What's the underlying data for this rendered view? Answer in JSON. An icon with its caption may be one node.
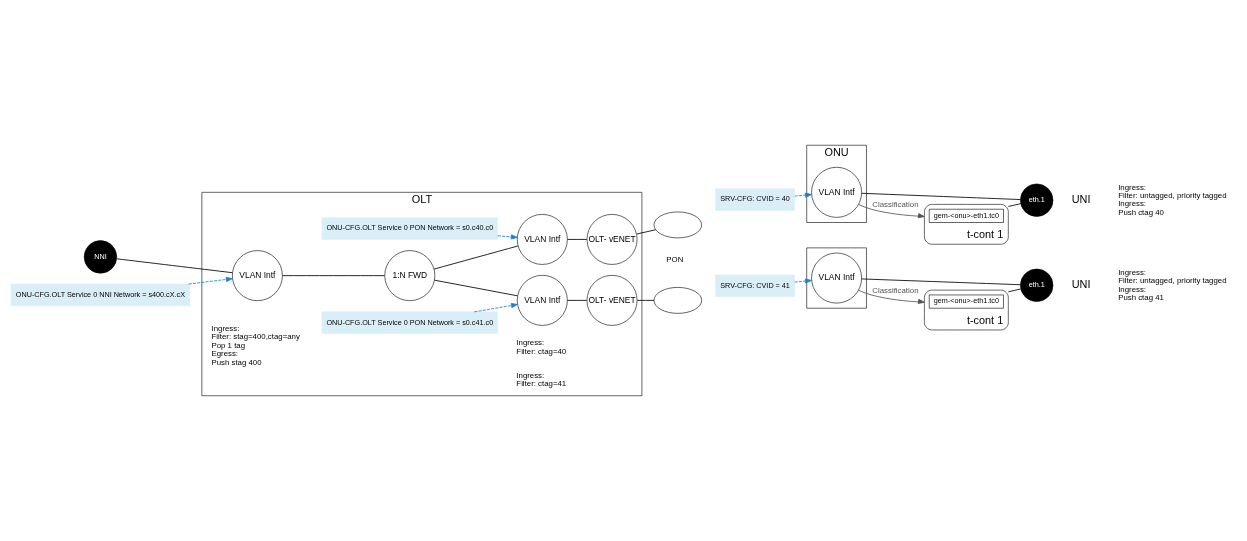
{
  "diagram": {
    "nodes": [
      {
        "text": [
          "OLT"
        ]
      },
      {
        "text": [
          "NNI"
        ]
      },
      {
        "text": [
          "VLAN Intf"
        ],
        "in": 0
      },
      {
        "text": [
          "1:N FWD"
        ],
        "in": 0
      },
      {
        "text": [
          "VLAN Intf"
        ],
        "in": 0
      },
      {
        "text": [
          "OLT- vENET"
        ],
        "in": 0
      },
      {
        "text": [
          "VLAN Intf"
        ],
        "in": 0
      },
      {
        "text": [
          "OLT- vENET"
        ],
        "in": 0
      },
      {
        "text": [
          "ONU-CFG.OLT Service 0 NNI Network = s400.cX.cX"
        ]
      },
      {
        "text": [
          "ONU-CFG.OLT Service 0 PON Network = s0.c40.c0"
        ],
        "in": 0
      },
      {
        "text": [
          "ONU-CFG.OLT Service 0 PON Network = s0.c41.c0"
        ],
        "in": 0
      },
      {
        "text": [
          "ONU"
        ]
      },
      {
        "text": [
          "VLAN Intf"
        ],
        "in": 11
      },
      {
        "text": [
          "SRV-CFG: CVID = 40"
        ]
      },
      {
        "text": [],
        "shape": "ellipse"
      },
      {
        "text": [
          "t-cont 1"
        ]
      },
      {
        "text": [
          "gem-<onu>-eth1.tc0"
        ],
        "in": 15
      },
      {
        "text": [
          "eth.1"
        ]
      },
      {
        "text": [],
        "shape": "box"
      },
      {
        "text": [
          "VLAN Intf"
        ],
        "in": 18
      },
      {
        "text": [
          "SRV-CFG: CVID = 41"
        ]
      },
      {
        "text": [],
        "shape": "ellipse"
      },
      {
        "text": [
          "t-cont 1"
        ]
      },
      {
        "text": [
          "gem-<onu>-eth1.tc0"
        ],
        "in": 22
      },
      {
        "text": [
          "eth.1"
        ]
      }
    ],
    "edges": [
      {
        "from": 1,
        "to": 2,
        "arrow": "none"
      },
      {
        "from": 2,
        "to": 3,
        "arrow": "none"
      },
      {
        "from": 3,
        "to": 4,
        "arrow": "none"
      },
      {
        "from": 3,
        "to": 6,
        "arrow": "none"
      },
      {
        "from": 4,
        "to": 5,
        "arrow": "none"
      },
      {
        "from": 6,
        "to": 7,
        "arrow": "none"
      },
      {
        "from": 8,
        "to": 2,
        "arrow": "to",
        "style": "dashed",
        "color": "#1f7fd0"
      },
      {
        "from": 9,
        "to": 4,
        "arrow": "to",
        "style": "dashed",
        "color": "#1f7fd0"
      },
      {
        "from": 10,
        "to": 6,
        "arrow": "to",
        "style": "dashed",
        "color": "#1f7fd0"
      },
      {
        "from": 5,
        "to": 14,
        "arrow": "none"
      },
      {
        "from": 15,
        "to": 17,
        "arrow": "none"
      },
      {
        "from": 12,
        "to": 17,
        "arrow": "none"
      },
      {
        "from": 13,
        "to": 12,
        "arrow": "to",
        "style": "dashed",
        "color": "#1f7fd0"
      },
      {
        "from": 12,
        "to": 15,
        "arrow": "to",
        "label": "Classification",
        "color": "#555555"
      },
      {
        "from": 7,
        "to": 21,
        "arrow": "none"
      },
      {
        "from": 22,
        "to": 24,
        "arrow": "none"
      },
      {
        "from": 19,
        "to": 24,
        "arrow": "none"
      },
      {
        "from": 20,
        "to": 19,
        "arrow": "to",
        "style": "dashed",
        "color": "#1f7fd0"
      },
      {
        "from": 19,
        "to": 22,
        "arrow": "to",
        "label": "Classification",
        "color": "#555555"
      }
    ],
    "labels": [
      "Ingress:",
      "Filter: stag=400,ctag=any",
      "Pop 1 tag",
      "Egress:",
      "Push stag 400",
      "Ingress:",
      "Filter: ctag=40",
      "PON",
      "Ingress:",
      "Filter: untagged, priority tagged",
      "Ingress:",
      "Push ctag 40",
      "UNI",
      "Ingress:",
      "Filter: ctag=41",
      "Ingress:",
      "Filter: untagged, priority tagged",
      "Ingress:",
      "Push ctag 41",
      "UNI"
    ]
  }
}
